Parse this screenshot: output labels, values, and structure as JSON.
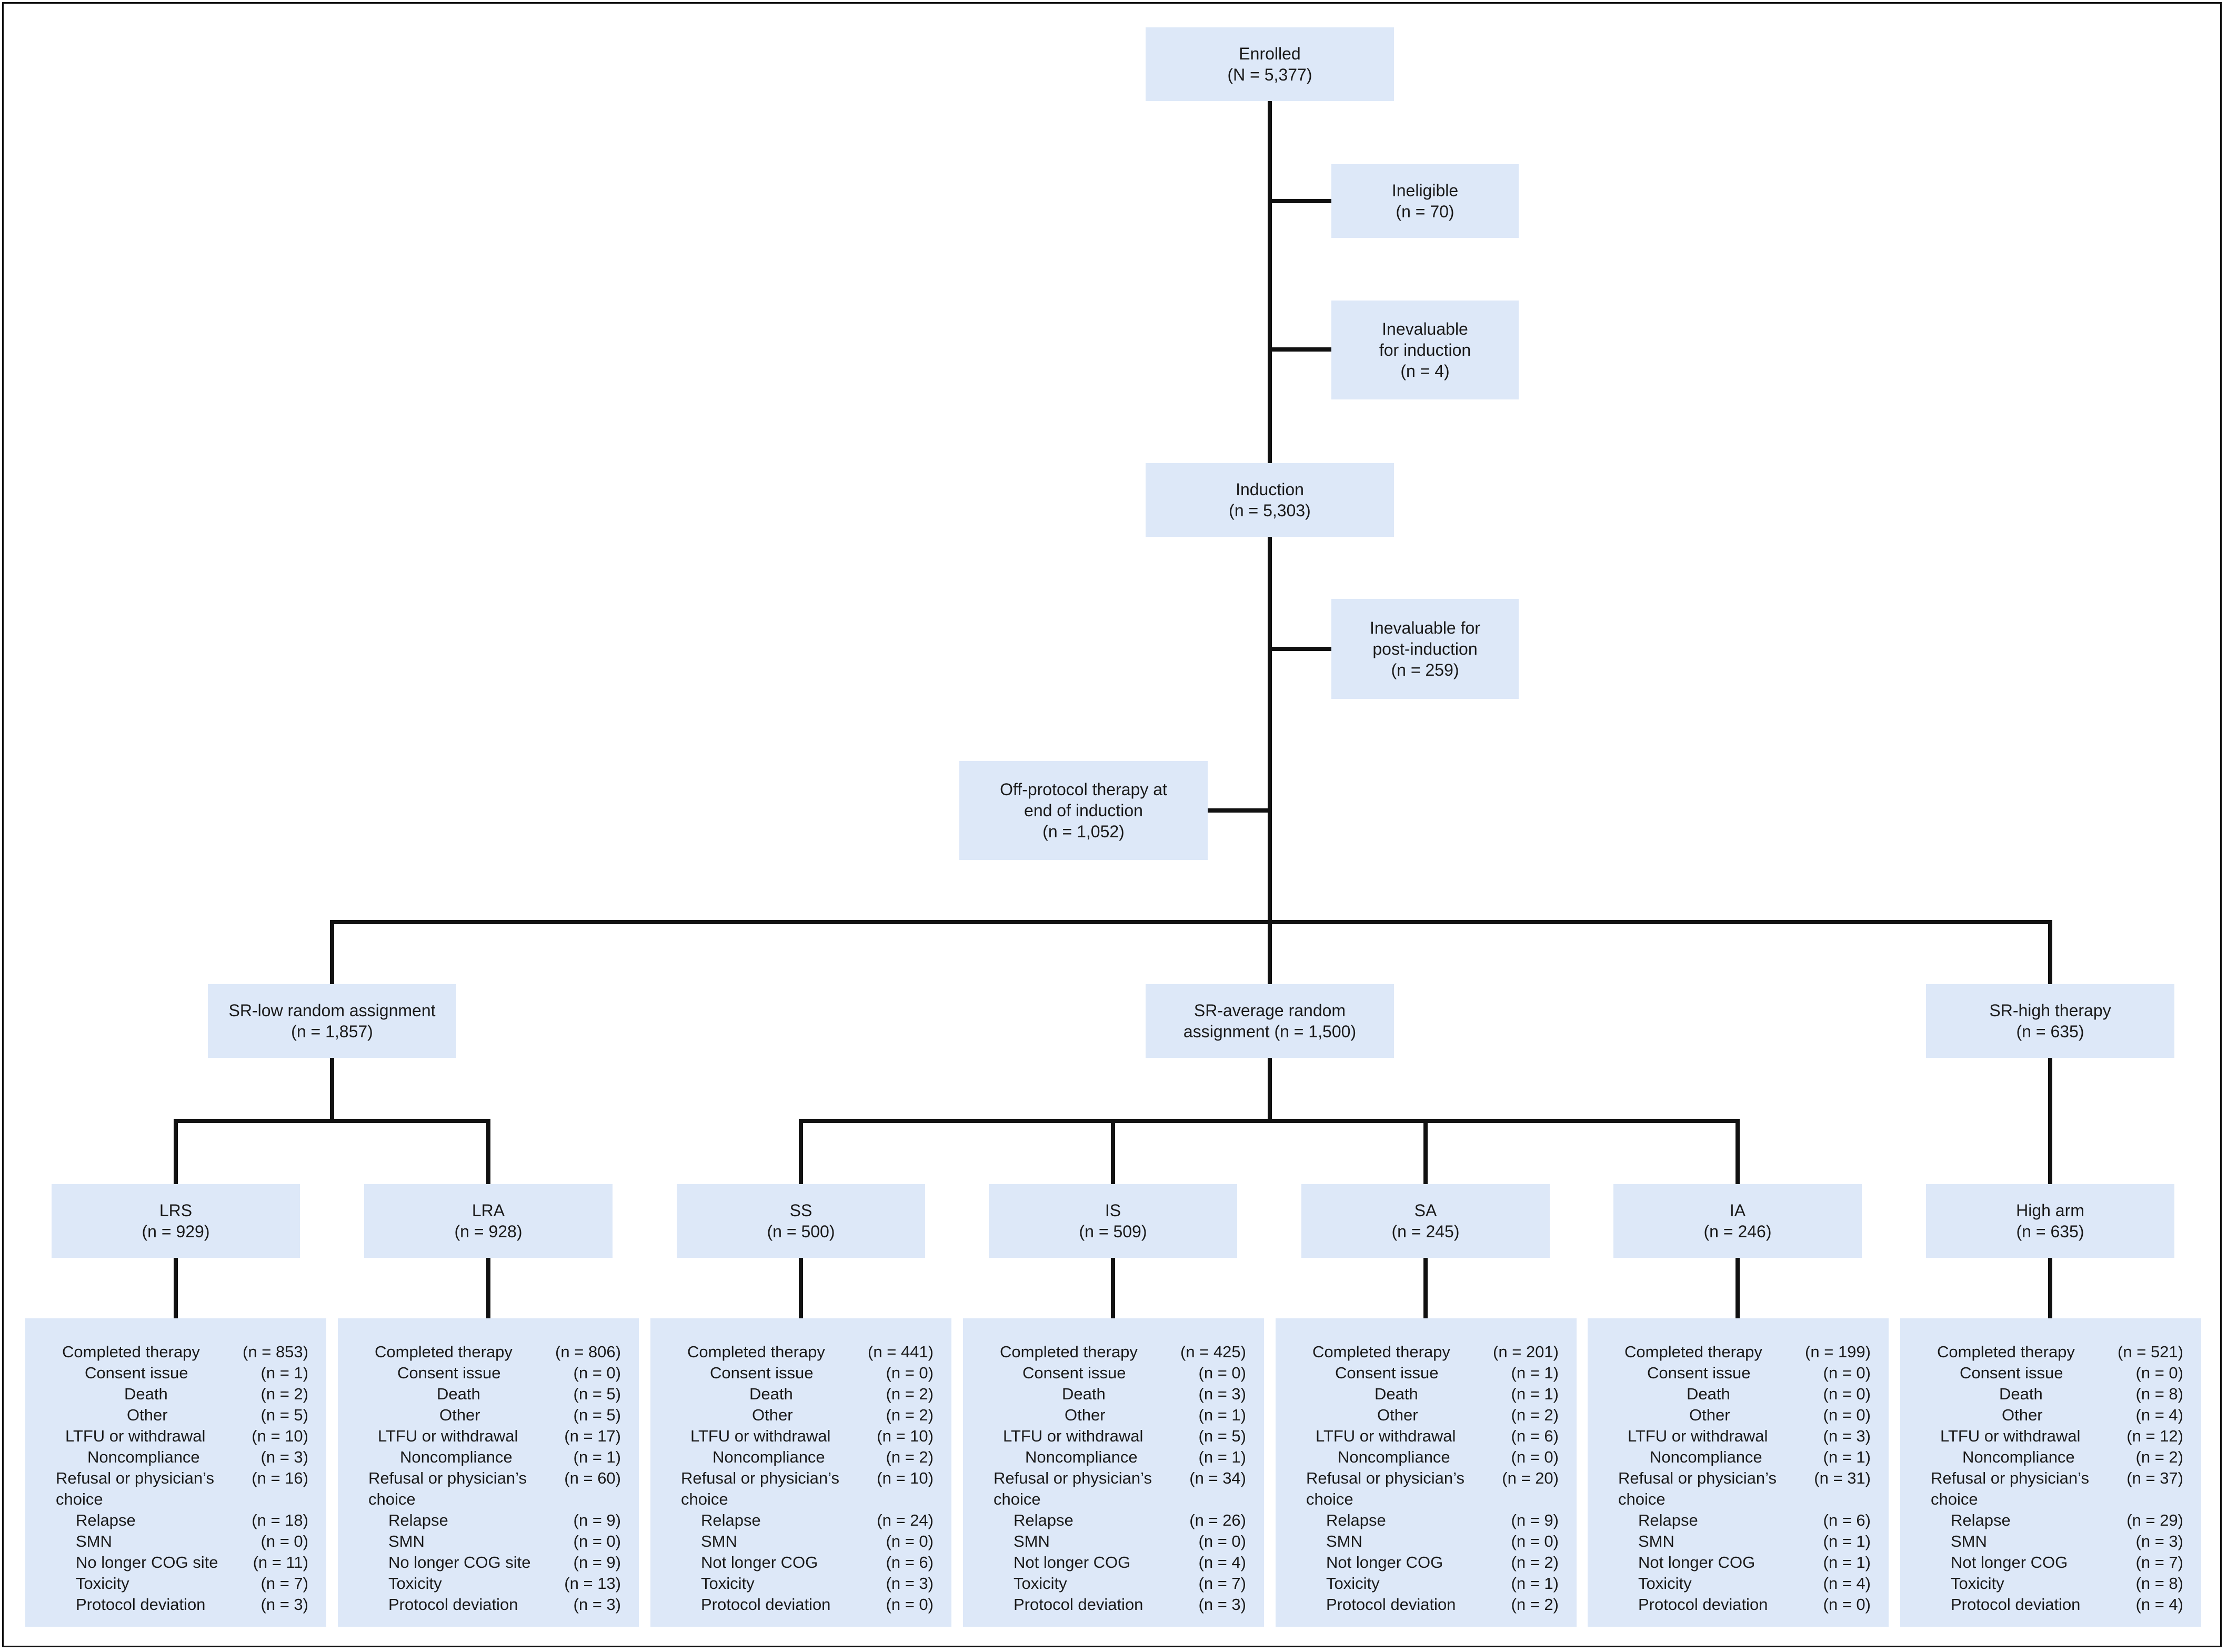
{
  "boxes": {
    "enrolled": {
      "line1": "Enrolled",
      "line2": "(N = 5,377)"
    },
    "ineligible": {
      "line1": "Ineligible",
      "line2": "(n = 70)"
    },
    "inevaluable_induction": {
      "line1": "Inevaluable",
      "line2": "for induction",
      "line3": "(n = 4)"
    },
    "induction": {
      "line1": "Induction",
      "line2": "(n = 5,303)"
    },
    "inevaluable_post": {
      "line1": "Inevaluable for",
      "line2": "post-induction",
      "line3": "(n = 259)"
    },
    "off_protocol": {
      "line1": "Off-protocol therapy at",
      "line2": "end of induction",
      "line3": "(n = 1,052)"
    },
    "sr_low": {
      "line1": "SR-low random assignment",
      "line2": "(n = 1,857)"
    },
    "sr_avg": {
      "line1": "SR-average random",
      "line2": "assignment (n = 1,500)"
    },
    "sr_high": {
      "line1": "SR-high therapy",
      "line2": "(n = 635)"
    }
  },
  "arms": [
    {
      "name": "LRS",
      "n": "(n = 929)"
    },
    {
      "name": "LRA",
      "n": "(n = 928)"
    },
    {
      "name": "SS",
      "n": "(n = 500)"
    },
    {
      "name": "IS",
      "n": "(n = 509)"
    },
    {
      "name": "SA",
      "n": "(n = 245)"
    },
    {
      "name": "IA",
      "n": "(n = 246)"
    },
    {
      "name": "High arm",
      "n": "(n = 635)"
    }
  ],
  "outcomes": [
    {
      "completed": {
        "label": "Completed therapy",
        "n": "(n = 853)"
      },
      "consent": {
        "label": "Consent issue",
        "n": "(n = 1)"
      },
      "death": {
        "label": "Death",
        "n": "(n = 2)"
      },
      "other": {
        "label": "Other",
        "n": "(n = 5)"
      },
      "ltfu": {
        "label": "LTFU or withdrawal",
        "n": "(n = 10)"
      },
      "noncompliance": {
        "label": "Noncompliance",
        "n": "(n = 3)"
      },
      "refusal": {
        "label": "Refusal or physician’s choice",
        "n": "(n = 16)"
      },
      "relapse": {
        "label": "Relapse",
        "n": "(n = 18)"
      },
      "smn": {
        "label": "SMN",
        "n": "(n = 0)"
      },
      "cog": {
        "label": "No longer COG site",
        "n": "(n = 11)"
      },
      "toxicity": {
        "label": "Toxicity",
        "n": "(n = 7)"
      },
      "protocol": {
        "label": "Protocol deviation",
        "n": "(n = 3)"
      }
    },
    {
      "completed": {
        "label": "Completed therapy",
        "n": "(n = 806)"
      },
      "consent": {
        "label": "Consent issue",
        "n": "(n = 0)"
      },
      "death": {
        "label": "Death",
        "n": "(n = 5)"
      },
      "other": {
        "label": "Other",
        "n": "(n = 5)"
      },
      "ltfu": {
        "label": "LTFU or withdrawal",
        "n": "(n = 17)"
      },
      "noncompliance": {
        "label": "Noncompliance",
        "n": "(n = 1)"
      },
      "refusal": {
        "label": "Refusal or physician’s choice",
        "n": "(n = 60)"
      },
      "relapse": {
        "label": "Relapse",
        "n": "(n = 9)"
      },
      "smn": {
        "label": "SMN",
        "n": "(n = 0)"
      },
      "cog": {
        "label": "No longer COG site",
        "n": "(n = 9)"
      },
      "toxicity": {
        "label": "Toxicity",
        "n": "(n = 13)"
      },
      "protocol": {
        "label": "Protocol deviation",
        "n": "(n = 3)"
      }
    },
    {
      "completed": {
        "label": "Completed therapy",
        "n": "(n = 441)"
      },
      "consent": {
        "label": "Consent issue",
        "n": "(n = 0)"
      },
      "death": {
        "label": "Death",
        "n": "(n = 2)"
      },
      "other": {
        "label": "Other",
        "n": "(n = 2)"
      },
      "ltfu": {
        "label": "LTFU or withdrawal",
        "n": "(n = 10)"
      },
      "noncompliance": {
        "label": "Noncompliance",
        "n": "(n = 2)"
      },
      "refusal": {
        "label": "Refusal or physician’s choice",
        "n": "(n = 10)"
      },
      "relapse": {
        "label": "Relapse",
        "n": "(n = 24)"
      },
      "smn": {
        "label": "SMN",
        "n": "(n = 0)"
      },
      "cog": {
        "label": "Not longer COG",
        "n": "(n = 6)"
      },
      "toxicity": {
        "label": "Toxicity",
        "n": "(n = 3)"
      },
      "protocol": {
        "label": "Protocol deviation",
        "n": "(n = 0)"
      }
    },
    {
      "completed": {
        "label": "Completed therapy",
        "n": "(n = 425)"
      },
      "consent": {
        "label": "Consent issue",
        "n": "(n = 0)"
      },
      "death": {
        "label": "Death",
        "n": "(n = 3)"
      },
      "other": {
        "label": "Other",
        "n": "(n = 1)"
      },
      "ltfu": {
        "label": "LTFU or withdrawal",
        "n": "(n = 5)"
      },
      "noncompliance": {
        "label": "Noncompliance",
        "n": "(n = 1)"
      },
      "refusal": {
        "label": "Refusal or physician’s choice",
        "n": "(n = 34)"
      },
      "relapse": {
        "label": "Relapse",
        "n": "(n = 26)"
      },
      "smn": {
        "label": "SMN",
        "n": "(n = 0)"
      },
      "cog": {
        "label": "Not longer COG",
        "n": "(n = 4)"
      },
      "toxicity": {
        "label": "Toxicity",
        "n": "(n = 7)"
      },
      "protocol": {
        "label": "Protocol deviation",
        "n": "(n = 3)"
      }
    },
    {
      "completed": {
        "label": "Completed therapy",
        "n": "(n = 201)"
      },
      "consent": {
        "label": "Consent issue",
        "n": "(n = 1)"
      },
      "death": {
        "label": "Death",
        "n": "(n = 1)"
      },
      "other": {
        "label": "Other",
        "n": "(n = 2)"
      },
      "ltfu": {
        "label": "LTFU or withdrawal",
        "n": "(n = 6)"
      },
      "noncompliance": {
        "label": "Noncompliance",
        "n": "(n = 0)"
      },
      "refusal": {
        "label": "Refusal or physician’s choice",
        "n": "(n = 20)"
      },
      "relapse": {
        "label": "Relapse",
        "n": "(n = 9)"
      },
      "smn": {
        "label": "SMN",
        "n": "(n = 0)"
      },
      "cog": {
        "label": "Not longer COG",
        "n": "(n = 2)"
      },
      "toxicity": {
        "label": "Toxicity",
        "n": "(n = 1)"
      },
      "protocol": {
        "label": "Protocol deviation",
        "n": "(n = 2)"
      }
    },
    {
      "completed": {
        "label": "Completed therapy",
        "n": "(n = 199)"
      },
      "consent": {
        "label": "Consent issue",
        "n": "(n = 0)"
      },
      "death": {
        "label": "Death",
        "n": "(n = 0)"
      },
      "other": {
        "label": "Other",
        "n": "(n = 0)"
      },
      "ltfu": {
        "label": "LTFU or withdrawal",
        "n": "(n = 3)"
      },
      "noncompliance": {
        "label": "Noncompliance",
        "n": "(n = 1)"
      },
      "refusal": {
        "label": "Refusal or physician’s choice",
        "n": "(n = 31)"
      },
      "relapse": {
        "label": "Relapse",
        "n": "(n = 6)"
      },
      "smn": {
        "label": "SMN",
        "n": "(n = 1)"
      },
      "cog": {
        "label": "Not longer COG",
        "n": "(n = 1)"
      },
      "toxicity": {
        "label": "Toxicity",
        "n": "(n = 4)"
      },
      "protocol": {
        "label": "Protocol deviation",
        "n": "(n = 0)"
      }
    },
    {
      "completed": {
        "label": "Completed therapy",
        "n": "(n = 521)"
      },
      "consent": {
        "label": "Consent issue",
        "n": "(n = 0)"
      },
      "death": {
        "label": "Death",
        "n": "(n = 8)"
      },
      "other": {
        "label": "Other",
        "n": "(n = 4)"
      },
      "ltfu": {
        "label": "LTFU or withdrawal",
        "n": "(n = 12)"
      },
      "noncompliance": {
        "label": "Noncompliance",
        "n": "(n = 2)"
      },
      "refusal": {
        "label": "Refusal or physician’s choice",
        "n": "(n = 37)"
      },
      "relapse": {
        "label": "Relapse",
        "n": "(n = 29)"
      },
      "smn": {
        "label": "SMN",
        "n": "(n = 3)"
      },
      "cog": {
        "label": "Not longer COG",
        "n": "(n = 7)"
      },
      "toxicity": {
        "label": "Toxicity",
        "n": "(n = 8)"
      },
      "protocol": {
        "label": "Protocol deviation",
        "n": "(n = 4)"
      }
    }
  ]
}
